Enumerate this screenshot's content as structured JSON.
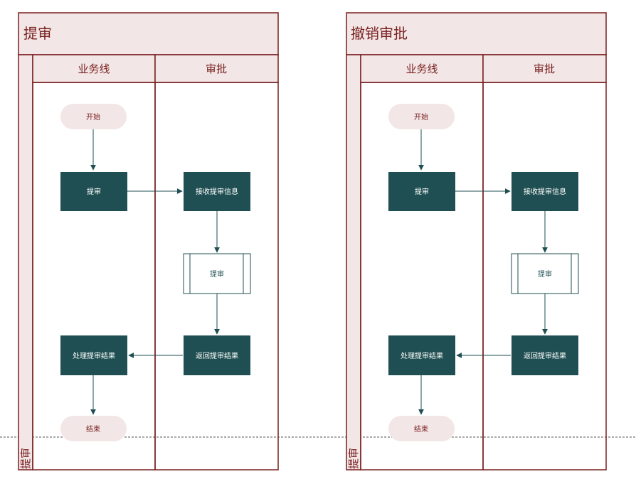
{
  "colors": {
    "border": "#7a1f1f",
    "header_fill": "#f2e6e6",
    "process_fill": "#1f4f52",
    "terminal_fill": "#f2e6e6",
    "arrow": "#1f4f52"
  },
  "pools": [
    {
      "title": "提审",
      "lanes": [
        "业务线",
        "审批"
      ],
      "phase_label": "提审",
      "start": "开始",
      "submit": "提审",
      "receive": "接收提审信息",
      "review": "提审",
      "return_result": "返回提审结果",
      "handle_result": "处理提审结果",
      "end": "结束"
    },
    {
      "title": "撤销审批",
      "lanes": [
        "业务线",
        "审批"
      ],
      "phase_label": "提审",
      "start": "开始",
      "submit": "提审",
      "receive": "接收提审信息",
      "review": "提审",
      "return_result": "返回提审结果",
      "handle_result": "处理提审结果",
      "end": "结束"
    }
  ]
}
